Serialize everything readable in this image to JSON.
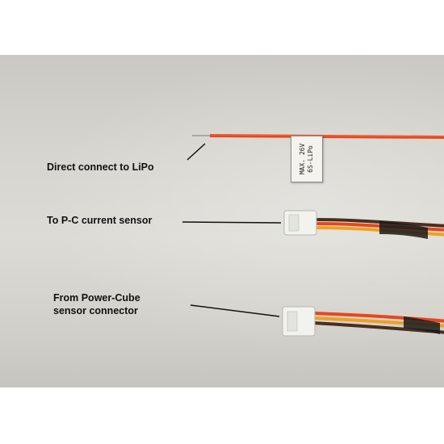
{
  "labels": {
    "direct_connect": "Direct connect to LiPo",
    "to_current_sensor": "To P-C current sensor",
    "from_power_cube_line1": "From Power-Cube",
    "from_power_cube_line2": "sensor connector"
  },
  "wire_tag": {
    "line1": "MAX. 26V",
    "line2": "6S-LiPo"
  },
  "colors": {
    "wire_red": "#e8461c",
    "wire_orange": "#f0a020",
    "wire_brown": "#4a2e1e",
    "connector_white": "#f2f2ee",
    "heat_shrink": "#1a1a1a"
  }
}
